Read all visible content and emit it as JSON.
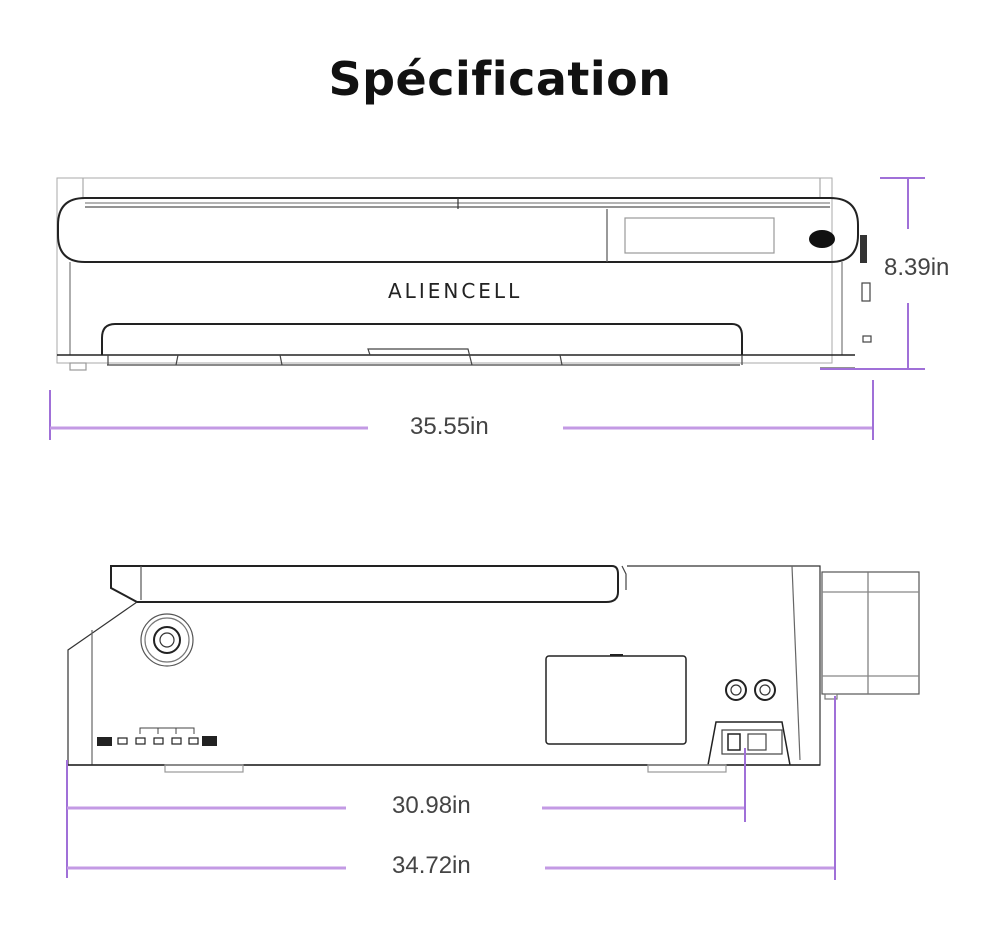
{
  "title": "Spécification",
  "accent_color": "#9b59d6",
  "front_view": {
    "brand_logo": "ALIENCELL",
    "width_label": "35.55in",
    "height_label": "8.39in"
  },
  "side_view": {
    "base_length_label": "30.98in",
    "total_length_label": "34.72in"
  }
}
